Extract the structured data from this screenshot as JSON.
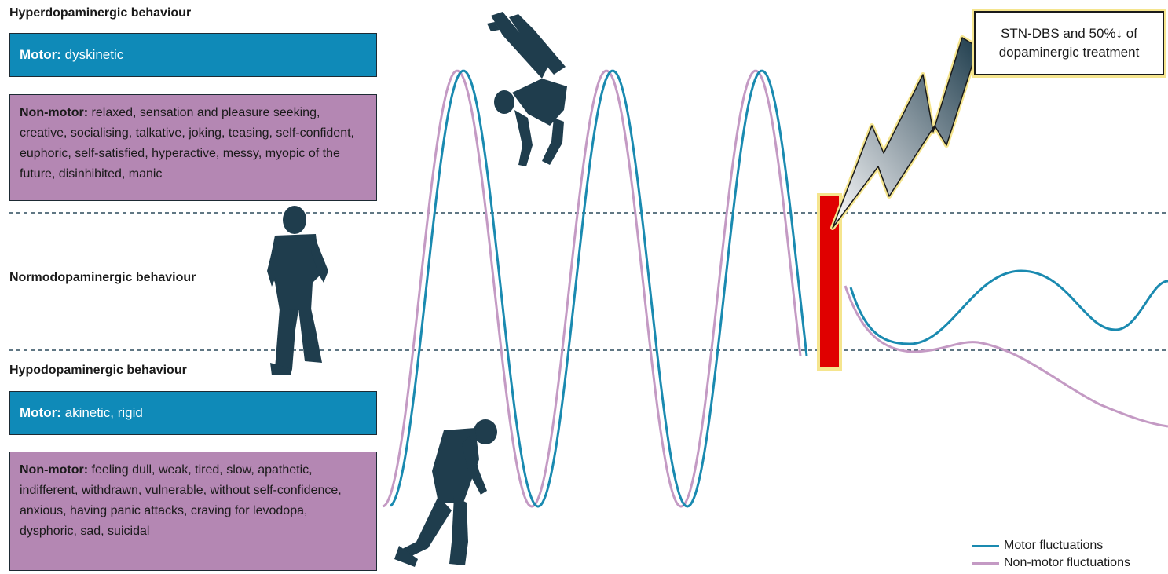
{
  "hyper": {
    "title": "Hyperdopaminergic behaviour",
    "motor_label": "Motor:",
    "motor_text": "dyskinetic",
    "nonmotor_label": "Non-motor:",
    "nonmotor_text": "relaxed, sensation and pleasure seeking, creative, socialising, talkative, joking, teasing, self-confident, euphoric, self-satisfied, hyperactive, messy, myopic of the future, disinhibited, manic"
  },
  "normo": {
    "title": "Normodopaminergic behaviour"
  },
  "hypo": {
    "title": "Hypodopaminergic behaviour",
    "motor_label": "Motor:",
    "motor_text": "akinetic, rigid",
    "nonmotor_label": "Non-motor:",
    "nonmotor_text": "feeling dull, weak, tired, slow, apathetic, indifferent, withdrawn, vulnerable, without self-confidence, anxious, having panic attacks, craving for levodopa, dysphoric, sad, suicidal"
  },
  "callout": {
    "text": "STN-DBS and 50%↓ of dopaminergic treatment"
  },
  "legend": {
    "motor": "Motor fluctuations",
    "nonmotor": "Non-motor fluctuations"
  },
  "colors": {
    "motor_box": "#0f8ab8",
    "nonmotor_box": "#b487b3",
    "motor_line": "#1a8ab0",
    "nonmotor_line": "#c49ac4",
    "dbs_bar": "#e00000",
    "bolt_glow": "#f5e58e",
    "silhouette": "#1f3d4d",
    "dashed": "#2c4a5c"
  },
  "icons": [
    "lightning-bolt-icon",
    "handstand-person-icon",
    "standing-person-icon",
    "stooped-person-icon"
  ]
}
